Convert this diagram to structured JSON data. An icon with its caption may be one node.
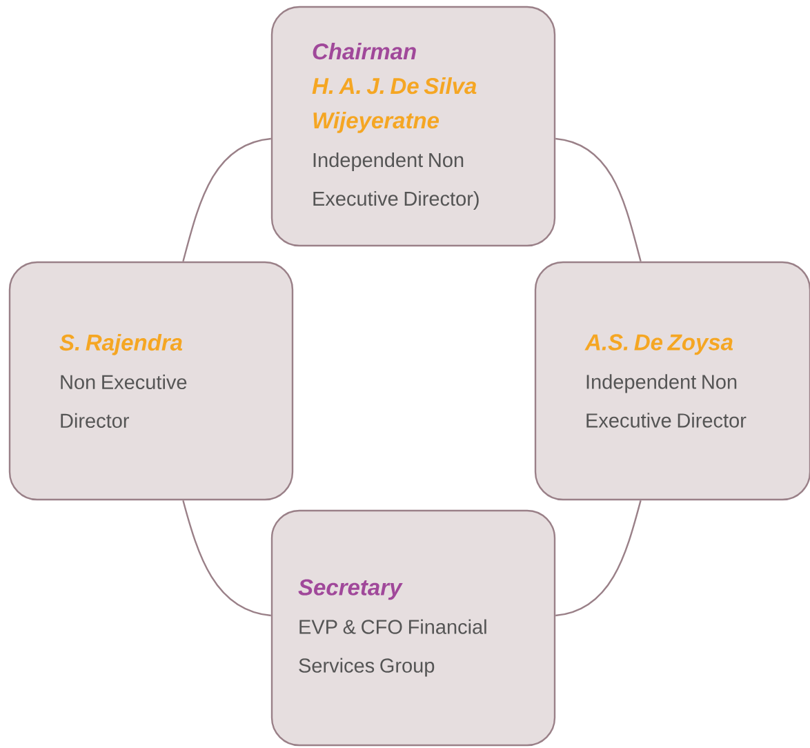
{
  "diagram": {
    "nodes": [
      {
        "text": [
          "Chairman",
          "H. A. J. De Silva Wijeyeratne",
          "Independent Non Executive Director)"
        ]
      },
      {
        "text": [
          "S. Rajendra",
          "Non Executive Director"
        ]
      },
      {
        "text": [
          "A.S. De Zoysa",
          "Independent Non Executive Director"
        ]
      },
      {
        "text": [
          "Secretary",
          "EVP & CFO Financial Services Group"
        ]
      }
    ],
    "edges": [
      {
        "from": 0,
        "to": 2,
        "arrow": "none"
      },
      {
        "from": 2,
        "to": 3,
        "arrow": "none"
      },
      {
        "from": 3,
        "to": 1,
        "arrow": "none"
      },
      {
        "from": 1,
        "to": 0,
        "arrow": "none"
      }
    ]
  }
}
